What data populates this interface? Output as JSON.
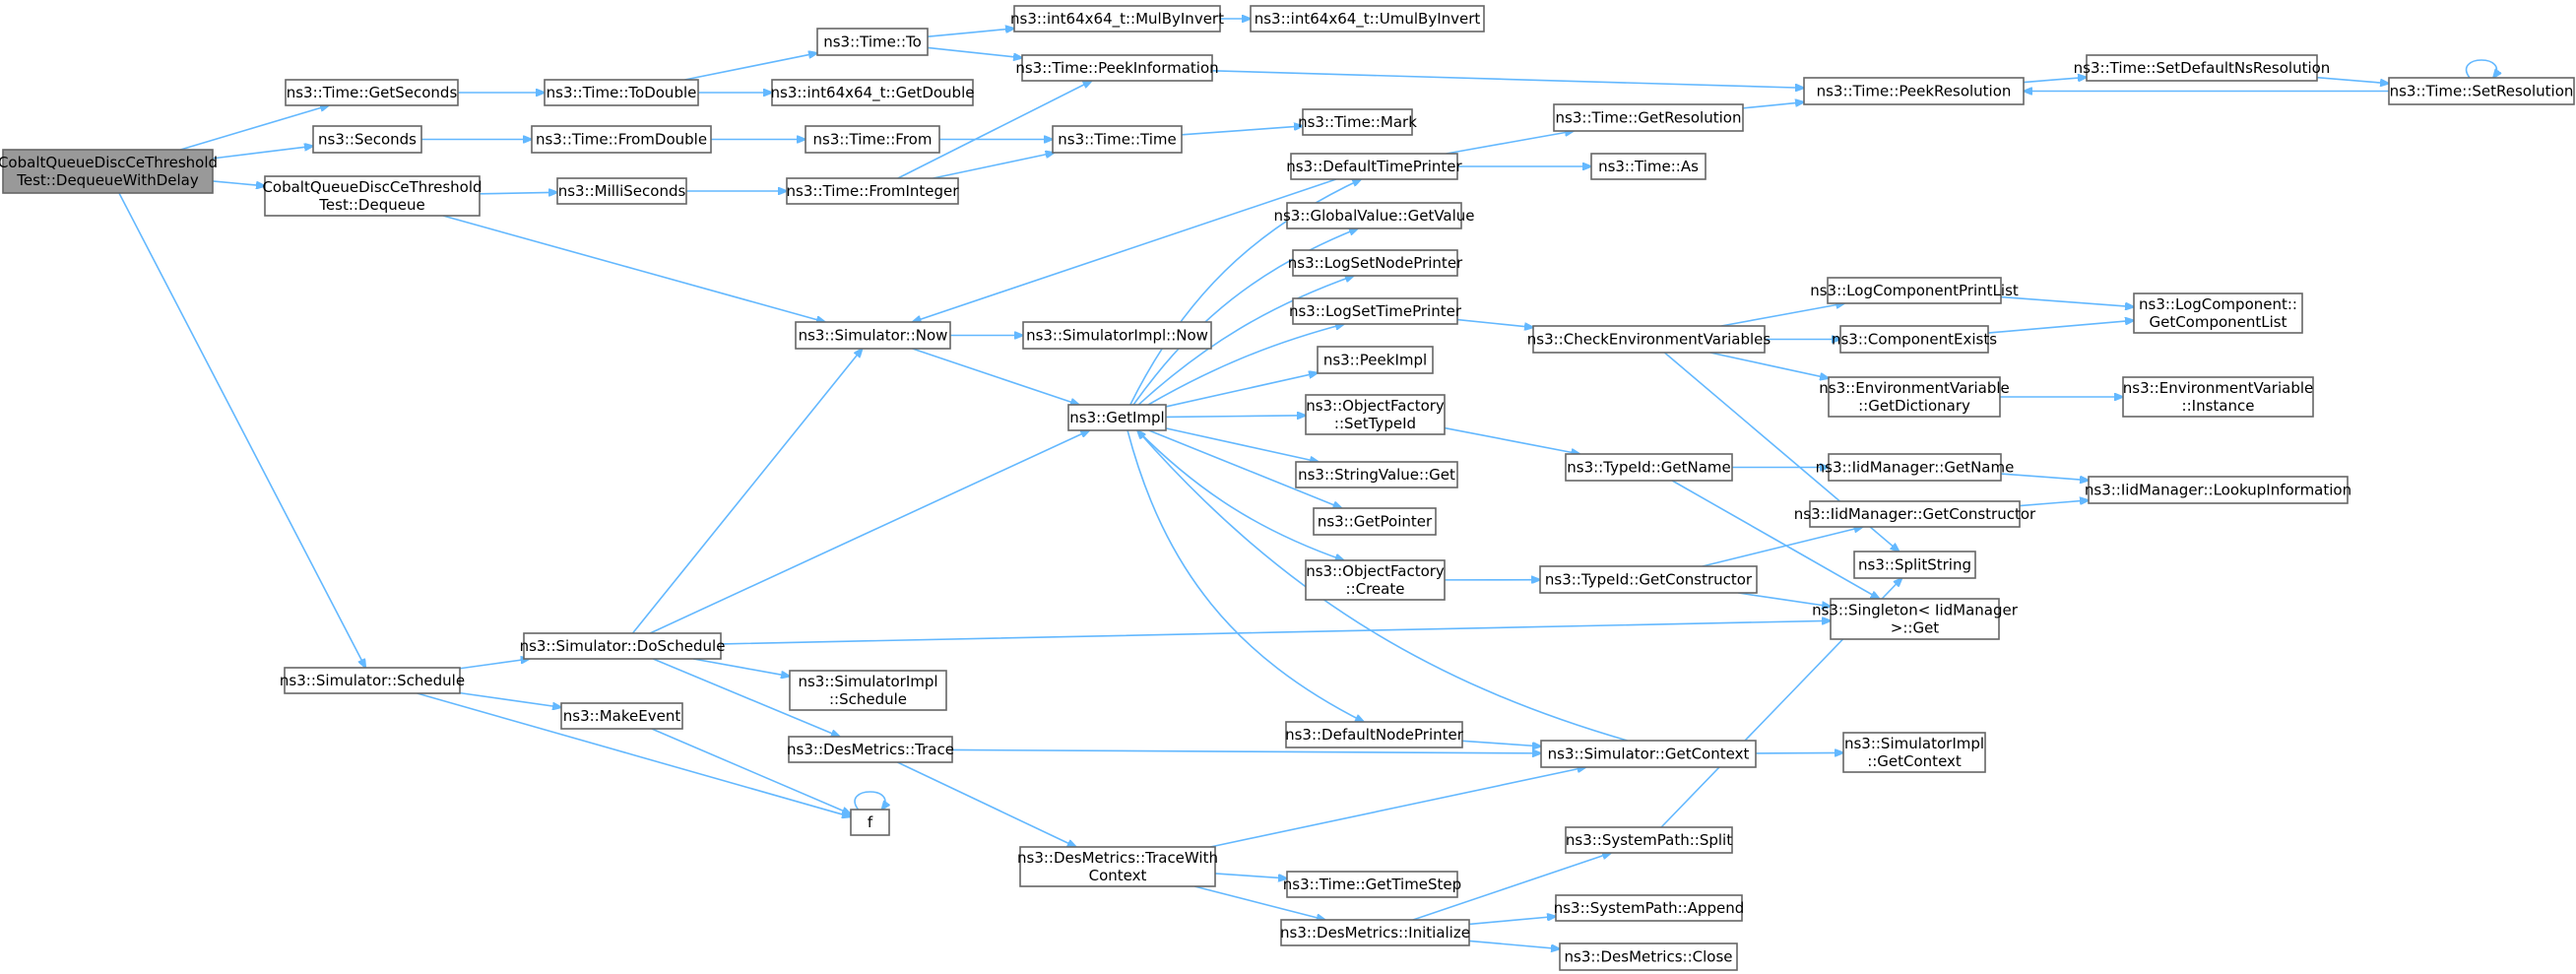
{
  "diagram": {
    "title": "",
    "nodes": [
      {
        "id": "root",
        "lines": [
          "CobaltQueueDiscCeThreshold",
          "Test::DequeueWithDelay"
        ],
        "root": true
      },
      {
        "id": "getSeconds",
        "lines": [
          "ns3::Time::GetSeconds"
        ]
      },
      {
        "id": "seconds",
        "lines": [
          "ns3::Seconds"
        ]
      },
      {
        "id": "dequeue",
        "lines": [
          "CobaltQueueDiscCeThreshold",
          "Test::Dequeue"
        ]
      },
      {
        "id": "schedule",
        "lines": [
          "ns3::Simulator::Schedule"
        ]
      },
      {
        "id": "toDouble",
        "lines": [
          "ns3::Time::ToDouble"
        ]
      },
      {
        "id": "fromDouble",
        "lines": [
          "ns3::Time::FromDouble"
        ]
      },
      {
        "id": "milliSeconds",
        "lines": [
          "ns3::MilliSeconds"
        ]
      },
      {
        "id": "simNow",
        "lines": [
          "ns3::Simulator::Now"
        ]
      },
      {
        "id": "doSchedule",
        "lines": [
          "ns3::Simulator::DoSchedule"
        ]
      },
      {
        "id": "makeEvent",
        "lines": [
          "ns3::MakeEvent"
        ]
      },
      {
        "id": "timeTo",
        "lines": [
          "ns3::Time::To"
        ]
      },
      {
        "id": "i64GetDouble",
        "lines": [
          "ns3::int64x64_t::GetDouble"
        ]
      },
      {
        "id": "timeFrom",
        "lines": [
          "ns3::Time::From"
        ]
      },
      {
        "id": "fromInteger",
        "lines": [
          "ns3::Time::FromInteger"
        ]
      },
      {
        "id": "implSchedule",
        "lines": [
          "ns3::SimulatorImpl",
          "::Schedule"
        ]
      },
      {
        "id": "desTrace",
        "lines": [
          "ns3::DesMetrics::Trace"
        ]
      },
      {
        "id": "f",
        "lines": [
          "f"
        ]
      },
      {
        "id": "mulByInvert",
        "lines": [
          "ns3::int64x64_t::MulByInvert"
        ]
      },
      {
        "id": "peekInfo",
        "lines": [
          "ns3::Time::PeekInformation"
        ]
      },
      {
        "id": "timeTime",
        "lines": [
          "ns3::Time::Time"
        ]
      },
      {
        "id": "implNow",
        "lines": [
          "ns3::SimulatorImpl::Now"
        ]
      },
      {
        "id": "getImpl",
        "lines": [
          "ns3::GetImpl"
        ]
      },
      {
        "id": "traceWithCtx",
        "lines": [
          "ns3::DesMetrics::TraceWith",
          "Context"
        ]
      },
      {
        "id": "umulByInvert",
        "lines": [
          "ns3::int64x64_t::UmulByInvert"
        ]
      },
      {
        "id": "timeMark",
        "lines": [
          "ns3::Time::Mark"
        ]
      },
      {
        "id": "defTimePrinter",
        "lines": [
          "ns3::DefaultTimePrinter"
        ]
      },
      {
        "id": "globalGetValue",
        "lines": [
          "ns3::GlobalValue::GetValue"
        ]
      },
      {
        "id": "logSetNode",
        "lines": [
          "ns3::LogSetNodePrinter"
        ]
      },
      {
        "id": "logSetTime",
        "lines": [
          "ns3::LogSetTimePrinter"
        ]
      },
      {
        "id": "peekImpl",
        "lines": [
          "ns3::PeekImpl"
        ]
      },
      {
        "id": "ofSetTypeId",
        "lines": [
          "ns3::ObjectFactory",
          "::SetTypeId"
        ]
      },
      {
        "id": "stringGet",
        "lines": [
          "ns3::StringValue::Get"
        ]
      },
      {
        "id": "getPointer",
        "lines": [
          "ns3::GetPointer"
        ]
      },
      {
        "id": "ofCreate",
        "lines": [
          "ns3::ObjectFactory",
          "::Create"
        ]
      },
      {
        "id": "defNodePrinter",
        "lines": [
          "ns3::DefaultNodePrinter"
        ]
      },
      {
        "id": "getTimeStep",
        "lines": [
          "ns3::Time::GetTimeStep"
        ]
      },
      {
        "id": "desInit",
        "lines": [
          "ns3::DesMetrics::Initialize"
        ]
      },
      {
        "id": "getResolution",
        "lines": [
          "ns3::Time::GetResolution"
        ]
      },
      {
        "id": "timeAs",
        "lines": [
          "ns3::Time::As"
        ]
      },
      {
        "id": "checkEnv",
        "lines": [
          "ns3::CheckEnvironmentVariables"
        ]
      },
      {
        "id": "typeIdGetName",
        "lines": [
          "ns3::TypeId::GetName"
        ]
      },
      {
        "id": "typeIdGetCtor",
        "lines": [
          "ns3::TypeId::GetConstructor"
        ]
      },
      {
        "id": "simGetContext",
        "lines": [
          "ns3::Simulator::GetContext"
        ]
      },
      {
        "id": "spSplit",
        "lines": [
          "ns3::SystemPath::Split"
        ]
      },
      {
        "id": "spAppend",
        "lines": [
          "ns3::SystemPath::Append"
        ]
      },
      {
        "id": "desClose",
        "lines": [
          "ns3::DesMetrics::Close"
        ]
      },
      {
        "id": "peekResolution",
        "lines": [
          "ns3::Time::PeekResolution"
        ]
      },
      {
        "id": "logCompPrintList",
        "lines": [
          "ns3::LogComponentPrintList"
        ]
      },
      {
        "id": "compExists",
        "lines": [
          "ns3::ComponentExists"
        ]
      },
      {
        "id": "envGetDict",
        "lines": [
          "ns3::EnvironmentVariable",
          "::GetDictionary"
        ]
      },
      {
        "id": "iidGetName",
        "lines": [
          "ns3::IidManager::GetName"
        ]
      },
      {
        "id": "iidGetCtor",
        "lines": [
          "ns3::IidManager::GetConstructor"
        ]
      },
      {
        "id": "splitString",
        "lines": [
          "ns3::SplitString"
        ]
      },
      {
        "id": "singletonGet",
        "lines": [
          "ns3::Singleton< IidManager",
          " >::Get"
        ]
      },
      {
        "id": "implGetContext",
        "lines": [
          "ns3::SimulatorImpl",
          "::GetContext"
        ]
      },
      {
        "id": "setDefNsRes",
        "lines": [
          "ns3::Time::SetDefaultNsResolution"
        ]
      },
      {
        "id": "setResolution",
        "lines": [
          "ns3::Time::SetResolution"
        ]
      },
      {
        "id": "logCompGetList",
        "lines": [
          "ns3::LogComponent::",
          "GetComponentList"
        ]
      },
      {
        "id": "envInstance",
        "lines": [
          "ns3::EnvironmentVariable",
          "::Instance"
        ]
      },
      {
        "id": "iidLookup",
        "lines": [
          "ns3::IidManager::LookupInformation"
        ]
      }
    ],
    "edges": [
      [
        "root",
        "getSeconds"
      ],
      [
        "root",
        "seconds"
      ],
      [
        "root",
        "dequeue"
      ],
      [
        "root",
        "schedule"
      ],
      [
        "getSeconds",
        "toDouble"
      ],
      [
        "seconds",
        "fromDouble"
      ],
      [
        "dequeue",
        "milliSeconds"
      ],
      [
        "dequeue",
        "simNow"
      ],
      [
        "schedule",
        "doSchedule"
      ],
      [
        "schedule",
        "makeEvent"
      ],
      [
        "schedule",
        "f"
      ],
      [
        "toDouble",
        "timeTo"
      ],
      [
        "toDouble",
        "i64GetDouble"
      ],
      [
        "fromDouble",
        "timeFrom"
      ],
      [
        "milliSeconds",
        "fromInteger"
      ],
      [
        "simNow",
        "implNow"
      ],
      [
        "simNow",
        "getImpl"
      ],
      [
        "doSchedule",
        "simNow"
      ],
      [
        "doSchedule",
        "getImpl"
      ],
      [
        "doSchedule",
        "implSchedule"
      ],
      [
        "doSchedule",
        "desTrace"
      ],
      [
        "doSchedule",
        "singletonGet"
      ],
      [
        "makeEvent",
        "f"
      ],
      [
        "f",
        "f"
      ],
      [
        "timeTo",
        "mulByInvert"
      ],
      [
        "timeTo",
        "peekInfo"
      ],
      [
        "timeFrom",
        "timeTime"
      ],
      [
        "fromInteger",
        "timeTime"
      ],
      [
        "fromInteger",
        "peekInfo"
      ],
      [
        "desTrace",
        "traceWithCtx"
      ],
      [
        "desTrace",
        "simGetContext"
      ],
      [
        "mulByInvert",
        "umulByInvert"
      ],
      [
        "peekInfo",
        "peekResolution"
      ],
      [
        "timeTime",
        "timeMark"
      ],
      [
        "getImpl",
        "defTimePrinter"
      ],
      [
        "getImpl",
        "globalGetValue"
      ],
      [
        "getImpl",
        "logSetNode"
      ],
      [
        "getImpl",
        "logSetTime"
      ],
      [
        "getImpl",
        "peekImpl"
      ],
      [
        "getImpl",
        "ofSetTypeId"
      ],
      [
        "getImpl",
        "stringGet"
      ],
      [
        "getImpl",
        "getPointer"
      ],
      [
        "getImpl",
        "ofCreate"
      ],
      [
        "getImpl",
        "defNodePrinter"
      ],
      [
        "traceWithCtx",
        "simGetContext"
      ],
      [
        "traceWithCtx",
        "getTimeStep"
      ],
      [
        "traceWithCtx",
        "desInit"
      ],
      [
        "defTimePrinter",
        "simNow"
      ],
      [
        "defTimePrinter",
        "getResolution"
      ],
      [
        "defTimePrinter",
        "timeAs"
      ],
      [
        "logSetTime",
        "checkEnv"
      ],
      [
        "ofSetTypeId",
        "typeIdGetName"
      ],
      [
        "ofCreate",
        "typeIdGetCtor"
      ],
      [
        "defNodePrinter",
        "simGetContext"
      ],
      [
        "desInit",
        "spSplit"
      ],
      [
        "desInit",
        "spAppend"
      ],
      [
        "desInit",
        "desClose"
      ],
      [
        "getResolution",
        "peekResolution"
      ],
      [
        "checkEnv",
        "logCompPrintList"
      ],
      [
        "checkEnv",
        "compExists"
      ],
      [
        "checkEnv",
        "envGetDict"
      ],
      [
        "checkEnv",
        "splitString"
      ],
      [
        "typeIdGetName",
        "iidGetName"
      ],
      [
        "typeIdGetName",
        "singletonGet"
      ],
      [
        "typeIdGetCtor",
        "iidGetCtor"
      ],
      [
        "typeIdGetCtor",
        "singletonGet"
      ],
      [
        "simGetContext",
        "getImpl"
      ],
      [
        "simGetContext",
        "implGetContext"
      ],
      [
        "spSplit",
        "splitString"
      ],
      [
        "peekResolution",
        "setDefNsRes"
      ],
      [
        "logCompPrintList",
        "logCompGetList"
      ],
      [
        "compExists",
        "logCompGetList"
      ],
      [
        "envGetDict",
        "envInstance"
      ],
      [
        "iidGetName",
        "iidLookup"
      ],
      [
        "iidGetCtor",
        "iidLookup"
      ],
      [
        "setDefNsRes",
        "setResolution"
      ],
      [
        "setResolution",
        "peekResolution"
      ],
      [
        "setResolution",
        "setResolution"
      ]
    ]
  }
}
